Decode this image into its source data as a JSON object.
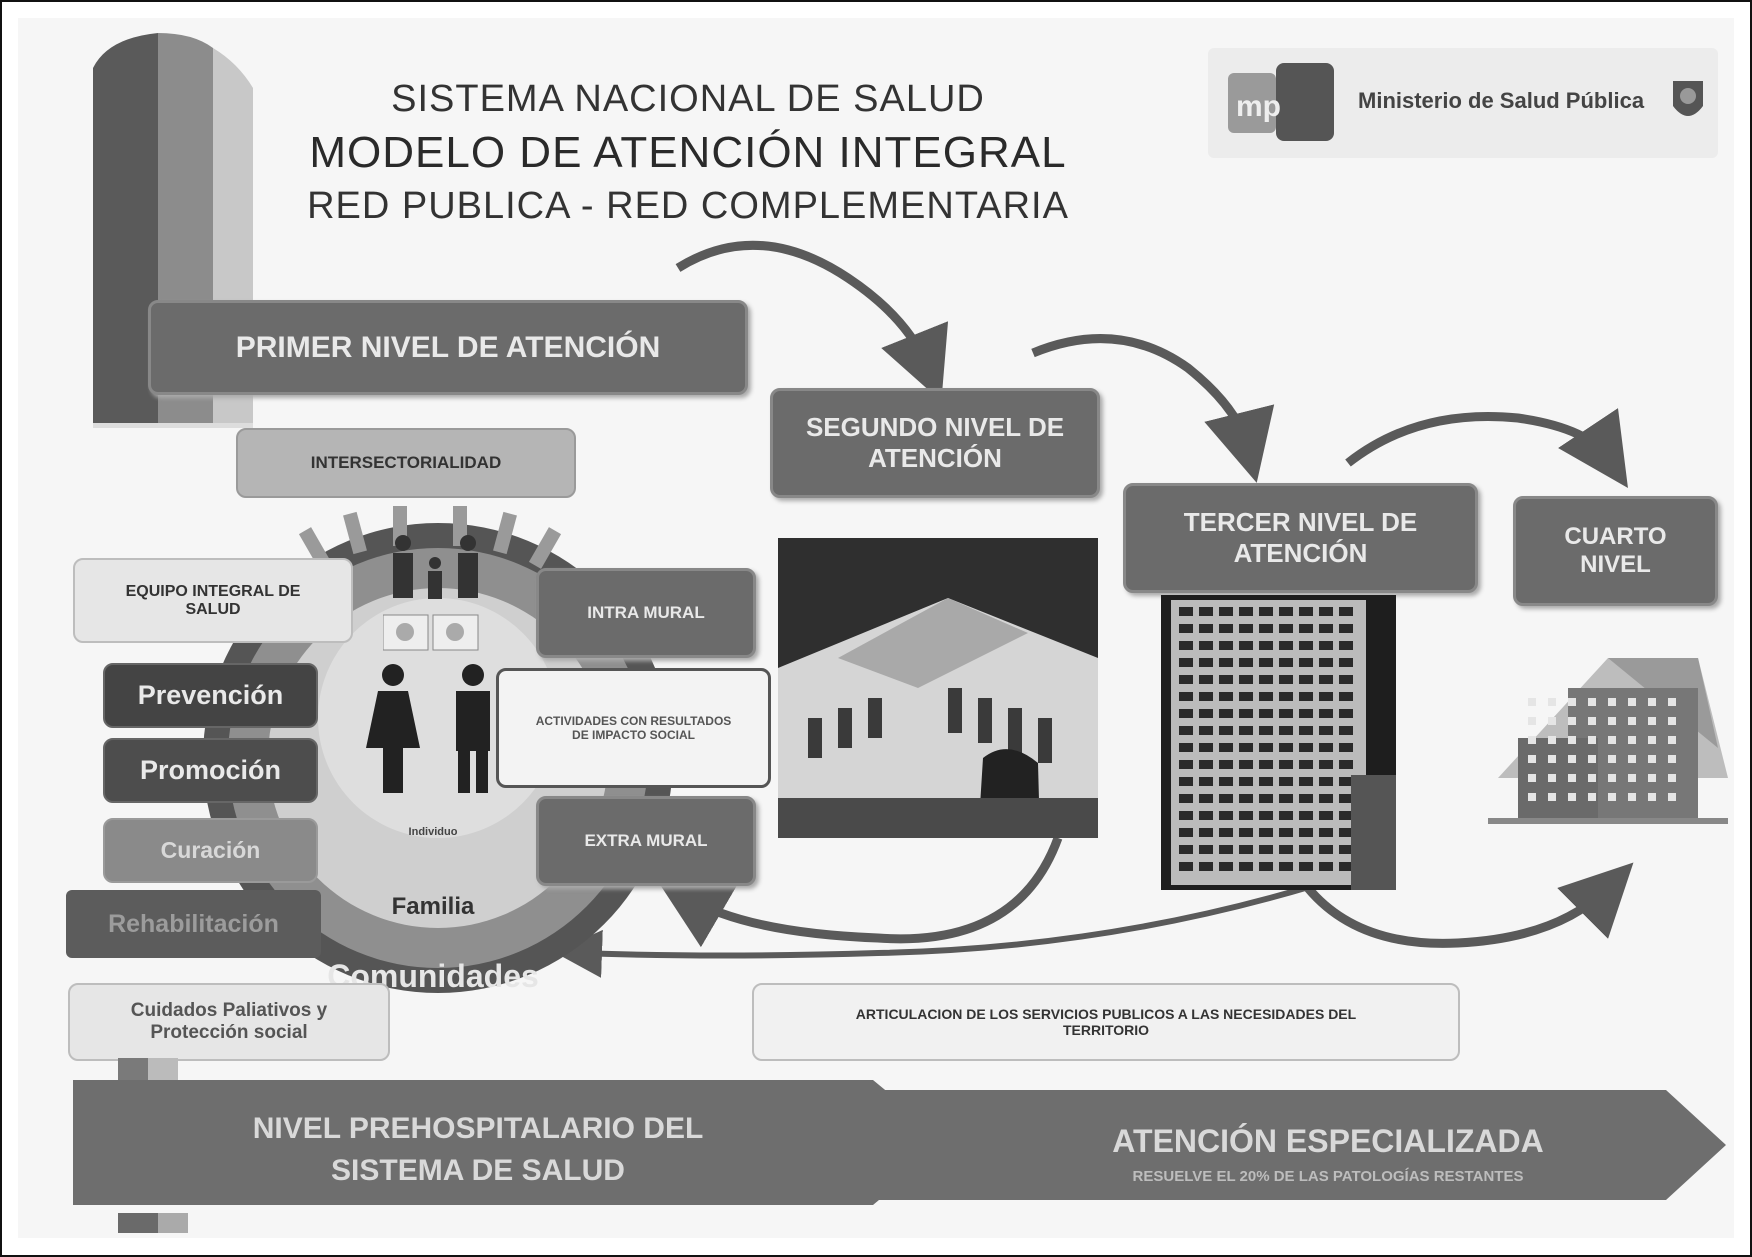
{
  "title": {
    "line1": "SISTEMA NACIONAL DE SALUD",
    "line2": "MODELO DE ATENCIÓN INTEGRAL",
    "line3": "RED PUBLICA -  RED COMPLEMENTARIA"
  },
  "logo": {
    "text": "Ministerio de Salud Pública",
    "mark": "mp"
  },
  "levels": {
    "primer": "PRIMER NIVEL DE ATENCIÓN",
    "segundo": "SEGUNDO NIVEL DE ATENCIÓN",
    "tercer": "TERCER NIVEL DE ATENCIÓN",
    "cuarto": "CUARTO NIVEL"
  },
  "primer_nivel": {
    "intersectorialidad": "INTERSECTORIALIDAD",
    "equipo": "EQUIPO INTEGRAL DE SALUD",
    "intra_mural": "INTRA MURAL",
    "extra_mural": "EXTRA MURAL",
    "actividades": "ACTIVIDADES CON RESULTADOS DE IMPACTO SOCIAL",
    "individuo": "Individuo",
    "familia": "Familia",
    "comunidades": "Comunidades",
    "services": [
      "Prevención",
      "Promoción",
      "Curación",
      "Rehabilitación"
    ],
    "cuidados": "Cuidados Paliativos y Protección social"
  },
  "articulacion": "ARTICULACION  DE LOS SERVICIOS PUBLICOS A LAS NECESIDADES  DEL TERRITORIO",
  "bottom": {
    "left": "NIVEL PREHOSPITALARIO DEL SISTEMA DE SALUD",
    "right_title": "ATENCIÓN ESPECIALIZADA",
    "right_sub": "RESUELVE EL 20% DE LAS PATOLOGÍAS RESTANTES"
  }
}
